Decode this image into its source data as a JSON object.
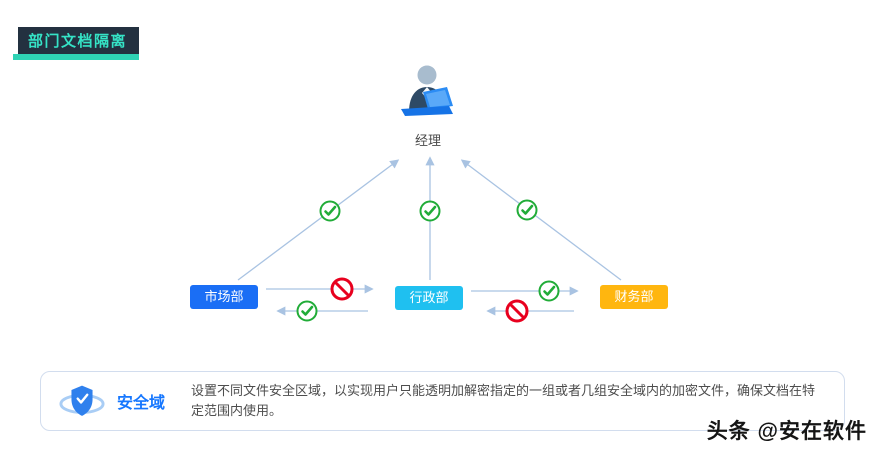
{
  "title": {
    "text": "部门文档隔离"
  },
  "diagram": {
    "manager": {
      "label": "经理",
      "icon": "person-with-laptop-icon"
    },
    "departments": [
      {
        "label": "市场部",
        "color": "#1a6ef5"
      },
      {
        "label": "行政部",
        "color": "#1fc0f0"
      },
      {
        "label": "财务部",
        "color": "#ffb60f"
      }
    ],
    "relations": {
      "marketing_to_manager": "allowed",
      "admin_to_manager": "allowed",
      "finance_to_manager": "allowed",
      "marketing_to_admin": "blocked",
      "admin_to_marketing": "allowed",
      "admin_to_finance": "allowed",
      "finance_to_admin": "blocked"
    },
    "icons": {
      "allowed": "green-check-circle-icon",
      "blocked": "red-no-entry-icon"
    }
  },
  "legend": {
    "icon": "shield-orbit-icon",
    "label": "安全域",
    "description": "设置不同文件安全区域，以实现用户只能透明加解密指定的一组或者几组安全域内的加密文件，确保文档在特定范围内使用。"
  },
  "watermark": {
    "text": "头条 @安在软件"
  },
  "colors": {
    "allowed": "#21ac38",
    "blocked": "#e8001e",
    "flow_line": "#a9c3e2",
    "title_accent": "#2fd3b5",
    "title_background": "#233140",
    "legend_label": "#1677ff"
  }
}
